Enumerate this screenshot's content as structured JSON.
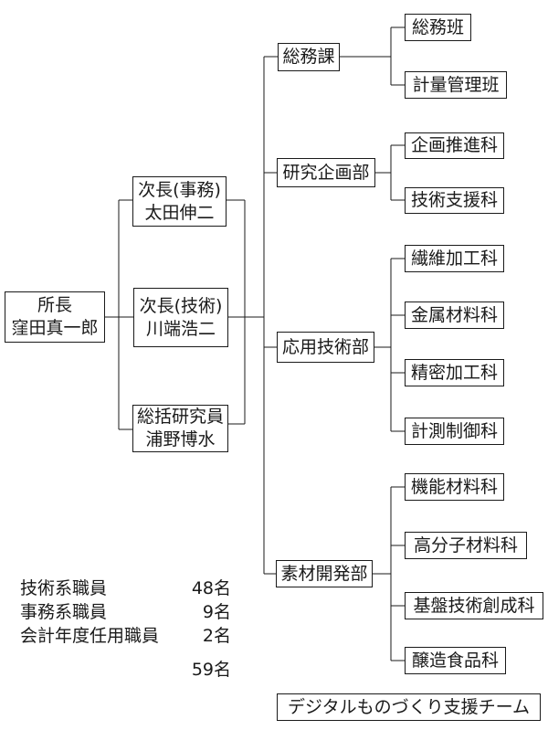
{
  "page": {
    "background": "#ffffff",
    "line_color": "#1a1a1a"
  },
  "org": {
    "director": {
      "title": "所長",
      "name": "窪田真一郎"
    },
    "deputies": [
      {
        "title": "次長(事務)",
        "name": "太田伸二"
      },
      {
        "title": "次長(技術)",
        "name": "川端浩二"
      },
      {
        "title": "総括研究員",
        "name": "浦野博水"
      }
    ],
    "departments": [
      {
        "label": "総務課",
        "children": [
          "総務班",
          "計量管理班"
        ]
      },
      {
        "label": "研究企画部",
        "children": [
          "企画推進科",
          "技術支援科"
        ]
      },
      {
        "label": "応用技術部",
        "children": [
          "繊維加工科",
          "金属材料科",
          "精密加工科",
          "計測制御科"
        ]
      },
      {
        "label": "素材開発部",
        "children": [
          "機能材料科",
          "高分子材料科",
          "基盤技術創成科",
          "醸造食品科"
        ]
      }
    ],
    "team": "デジタルものづくり支援チーム"
  },
  "staff_summary": {
    "rows": [
      {
        "label": "技術系職員",
        "count": "48名"
      },
      {
        "label": "事務系職員",
        "count": "9名"
      },
      {
        "label": "会計年度任用職員",
        "count": "2名"
      }
    ],
    "total": "59名"
  }
}
